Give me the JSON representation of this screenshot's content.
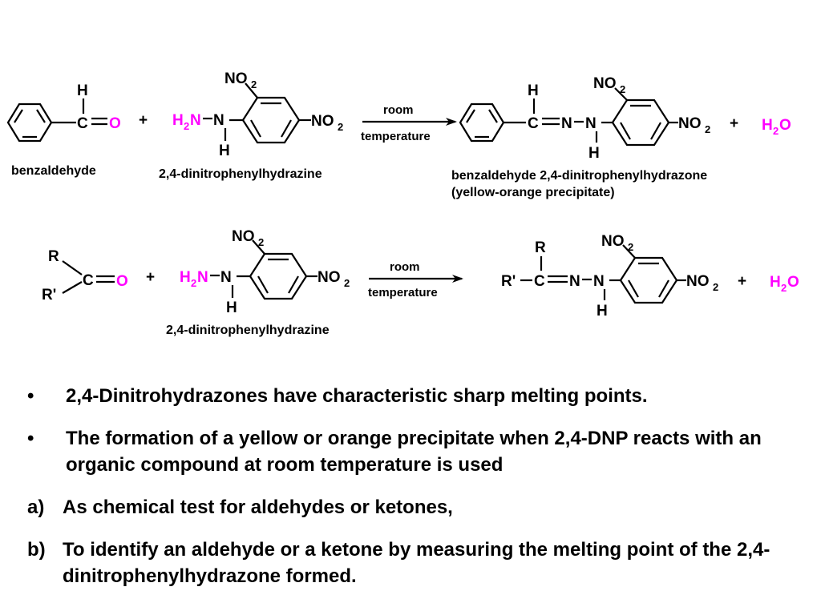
{
  "colors": {
    "highlight": "#ff00ff",
    "text": "#000000"
  },
  "reaction1": {
    "reactant": "benzaldehyde",
    "reagent": "2,4-dinitrophenylhydrazine",
    "plus": "+",
    "condition_top": "room",
    "condition_bottom": "temperature",
    "product_line1": "benzaldehyde 2,4-dinitrophenylhydrazone",
    "product_line2": "(yellow-orange precipitate)",
    "byproduct": "H2O"
  },
  "reaction2": {
    "reagent": "2,4-dinitrophenylhydrazine",
    "plus": "+",
    "condition_top": "room",
    "condition_bottom": "temperature",
    "byproduct": "H2O"
  },
  "atoms": {
    "H": "H",
    "C": "C",
    "O": "O",
    "N": "N",
    "NO": "NO",
    "two": "2",
    "R": "R",
    "Rp": "R'"
  },
  "notes": [
    {
      "marker": "•",
      "text": "2,4-Dinitrohydrazones have characteristic sharp melting points."
    },
    {
      "marker": "•",
      "text": "The formation of a yellow or orange precipitate when 2,4-DNP reacts with an organic compound at room temperature is used"
    },
    {
      "marker": "a)",
      "text": "As chemical test for aldehydes or ketones,"
    },
    {
      "marker": "b)",
      "text": "To identify an aldehyde or a ketone by measuring the melting point of the 2,4-dinitrophenylhydrazone formed."
    }
  ]
}
